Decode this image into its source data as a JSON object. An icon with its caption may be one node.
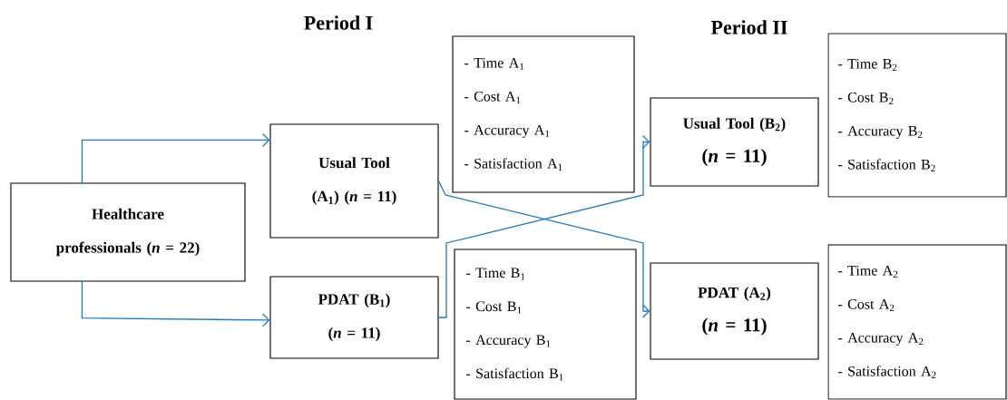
{
  "diagram": {
    "nodes": [
      {
        "text": [
          "Healthcare professionals (*n* = 22)"
        ]
      },
      {
        "text": [
          "Usual Tool (A$_{1}$) (*n* = 11)"
        ]
      },
      {
        "text": [
          "PDAT (B$_{1}$) (*n* = 11)"
        ]
      },
      {
        "text": [
          "- Time A$_{1}$",
          "- Cost A$_{1}$",
          "- Accuracy A$_{1}$",
          "- Satisfaction A$_{1}$"
        ]
      },
      {
        "text": [
          "- Time B$_{1}$",
          "- Cost B$_{1}$",
          "- Accuracy B$_{1}$",
          "- Satisfaction B$_{1}$"
        ]
      },
      {
        "text": [
          "Usual Tool (B$_{2}$)",
          "(*n* = 11)"
        ]
      },
      {
        "text": [
          "PDAT (A$_{2}$)",
          "(*n* = 11)"
        ]
      },
      {
        "text": [
          "- Time B$_{2}$",
          "- Cost B$_{2}$",
          "- Accuracy B$_{2}$",
          "- Satisfaction B$_{2}$"
        ]
      },
      {
        "text": [
          "- Time A$_{2}$",
          "- Cost A$_{2}$",
          "- Accuracy A$_{2}$",
          "- Satisfaction A$_{2}$"
        ]
      }
    ],
    "edges": [
      {
        "from": 0,
        "to": 1,
        "arrow": "to"
      },
      {
        "from": 0,
        "to": 2,
        "arrow": "to"
      },
      {
        "from": 1,
        "to": 6,
        "arrow": "to"
      },
      {
        "from": 2,
        "to": 5,
        "arrow": "to"
      }
    ],
    "labels": [
      "Period I",
      "Period II"
    ]
  }
}
